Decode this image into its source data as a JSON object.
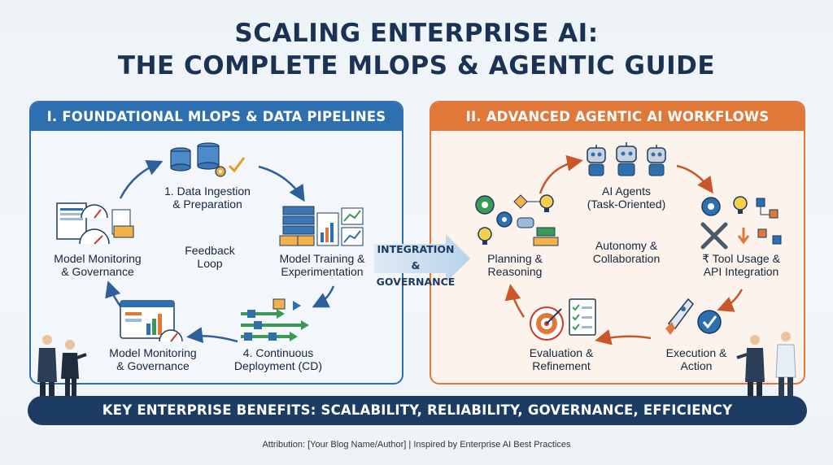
{
  "title": {
    "line1": "SCALING ENTERPRISE AI:",
    "line2": "THE COMPLETE MLOPS & AGENTIC GUIDE"
  },
  "left_panel": {
    "header": "I. FOUNDATIONAL MLOPS & DATA PIPELINES",
    "steps": {
      "ingestion": [
        "1. Data Ingestion",
        "& Preparation"
      ],
      "training": [
        "Model Training &",
        "Experimentation"
      ],
      "deployment": [
        "4. Continuous",
        "Deployment (CD)"
      ],
      "monitoring_bottom": [
        "Model Monitoring",
        "& Governance"
      ],
      "monitoring_left": [
        "Model Monitoring",
        "& Governance"
      ]
    },
    "center": [
      "Feedback",
      "Loop"
    ]
  },
  "integration": [
    "INTEGRATION &",
    "GOVERNANCE"
  ],
  "right_panel": {
    "header": "II. ADVANCED AGENTIC AI WORKFLOWS",
    "steps": {
      "agents": [
        "AI Agents",
        "(Task-Oriented)"
      ],
      "tools": [
        "₹ Tool Usage &",
        "API Integration"
      ],
      "execution": [
        "Execution &",
        "Action"
      ],
      "evaluation": [
        "Evaluation &",
        "Refinement"
      ],
      "planning": [
        "Planning &",
        "Reasoning"
      ]
    },
    "center": [
      "Autonomy &",
      "Collaboration"
    ]
  },
  "banner": "KEY ENTERPRISE BENEFITS: SCALABILITY, RELIABILITY, GOVERNANCE, EFFICIENCY",
  "attribution": "Attribution: [Your Blog Name/Author] | Inspired by Enterprise AI Best Practices",
  "colors": {
    "navy": "#1a3354",
    "blue": "#2e6fb0",
    "orange": "#e0783a",
    "banner": "#1d3c63"
  },
  "icons": [
    "database-icon",
    "server-icon",
    "chart-icon",
    "deployment-pipeline-icon",
    "dashboard-icon",
    "gauge-icon",
    "robot-icon",
    "gear-icon",
    "lightbulb-icon",
    "wrench-icon",
    "rocket-icon",
    "target-icon",
    "checklist-icon",
    "flowchart-icon",
    "businessperson-icon"
  ]
}
